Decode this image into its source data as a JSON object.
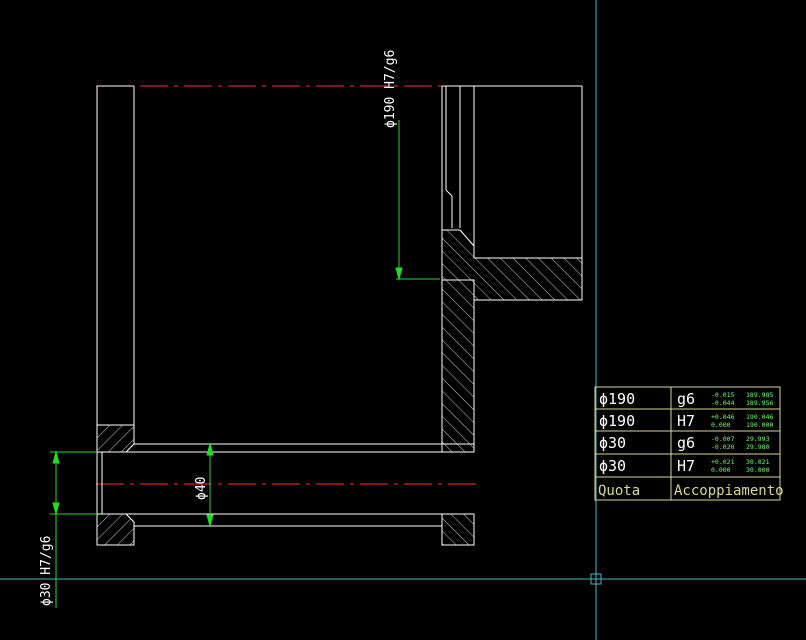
{
  "colors": {
    "background": "#000000",
    "outline": "#ffffff",
    "centerline": "#ff2a2a",
    "dimension": "#22dd22",
    "crosshair": "#4fb3c9",
    "table_border": "#d8d890",
    "table_text": "#ffffff",
    "table_small": "#66ff66"
  },
  "dimensions": {
    "d190": "ϕ190 H7/g6",
    "d40": "ϕ40",
    "d30": "ϕ30 H7/g6"
  },
  "table": {
    "rows": [
      {
        "quota": "ϕ190",
        "fit": "g6",
        "dev_hi": "-0.015",
        "dev_lo": "-0.044",
        "lim_hi": "189.985",
        "lim_lo": "189.956"
      },
      {
        "quota": "ϕ190",
        "fit": "H7",
        "dev_hi": "+0.046",
        "dev_lo": "0.000",
        "lim_hi": "190.046",
        "lim_lo": "190.000"
      },
      {
        "quota": "ϕ30",
        "fit": "g6",
        "dev_hi": "-0.007",
        "dev_lo": "-0.020",
        "lim_hi": "29.993",
        "lim_lo": "29.980"
      },
      {
        "quota": "ϕ30",
        "fit": "H7",
        "dev_hi": "+0.021",
        "dev_lo": "0.000",
        "lim_hi": "30.021",
        "lim_lo": "30.000"
      }
    ],
    "header": {
      "quota": "Quota",
      "fit": "Accoppiamento"
    }
  }
}
